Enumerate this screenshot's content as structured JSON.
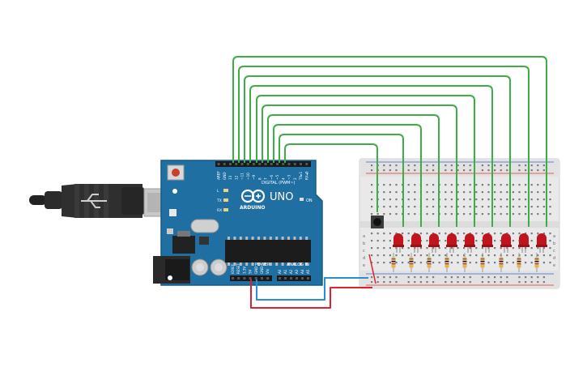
{
  "board": {
    "name": "UNO",
    "brand": "ARDUINO",
    "digital_label": "DIGITAL (PWM~)",
    "power_label": "POWER",
    "analog_label": "ANALOG IN",
    "on_label": "ON",
    "led_labels": [
      "L",
      "TX",
      "RX"
    ],
    "digital_pins": [
      "AREF",
      "GND",
      "13",
      "12",
      "~11",
      "~10",
      "~9",
      "8",
      "7",
      "~6",
      "~5",
      "4",
      "~3",
      "2",
      "TX▸1",
      "RX◂0"
    ],
    "power_pins": [
      "IOREF",
      "RESET",
      "3.3V",
      "5V",
      "GND",
      "GND",
      "Vin"
    ],
    "analog_pins": [
      "A0",
      "A1",
      "A2",
      "A3",
      "A4",
      "A5"
    ]
  },
  "breadboard": {
    "row_letters": [
      "a",
      "b",
      "c",
      "d",
      "e"
    ],
    "led_count": 9,
    "resistor_count": 9
  },
  "colors": {
    "board": "#1f6fa3",
    "board_edge": "#175a86",
    "breadboard": "#e9e9e9",
    "signal_wire": "#3cae45",
    "power_wire": "#d9232e",
    "ground_wire": "#2a8fd0",
    "led": "#c0151c"
  }
}
